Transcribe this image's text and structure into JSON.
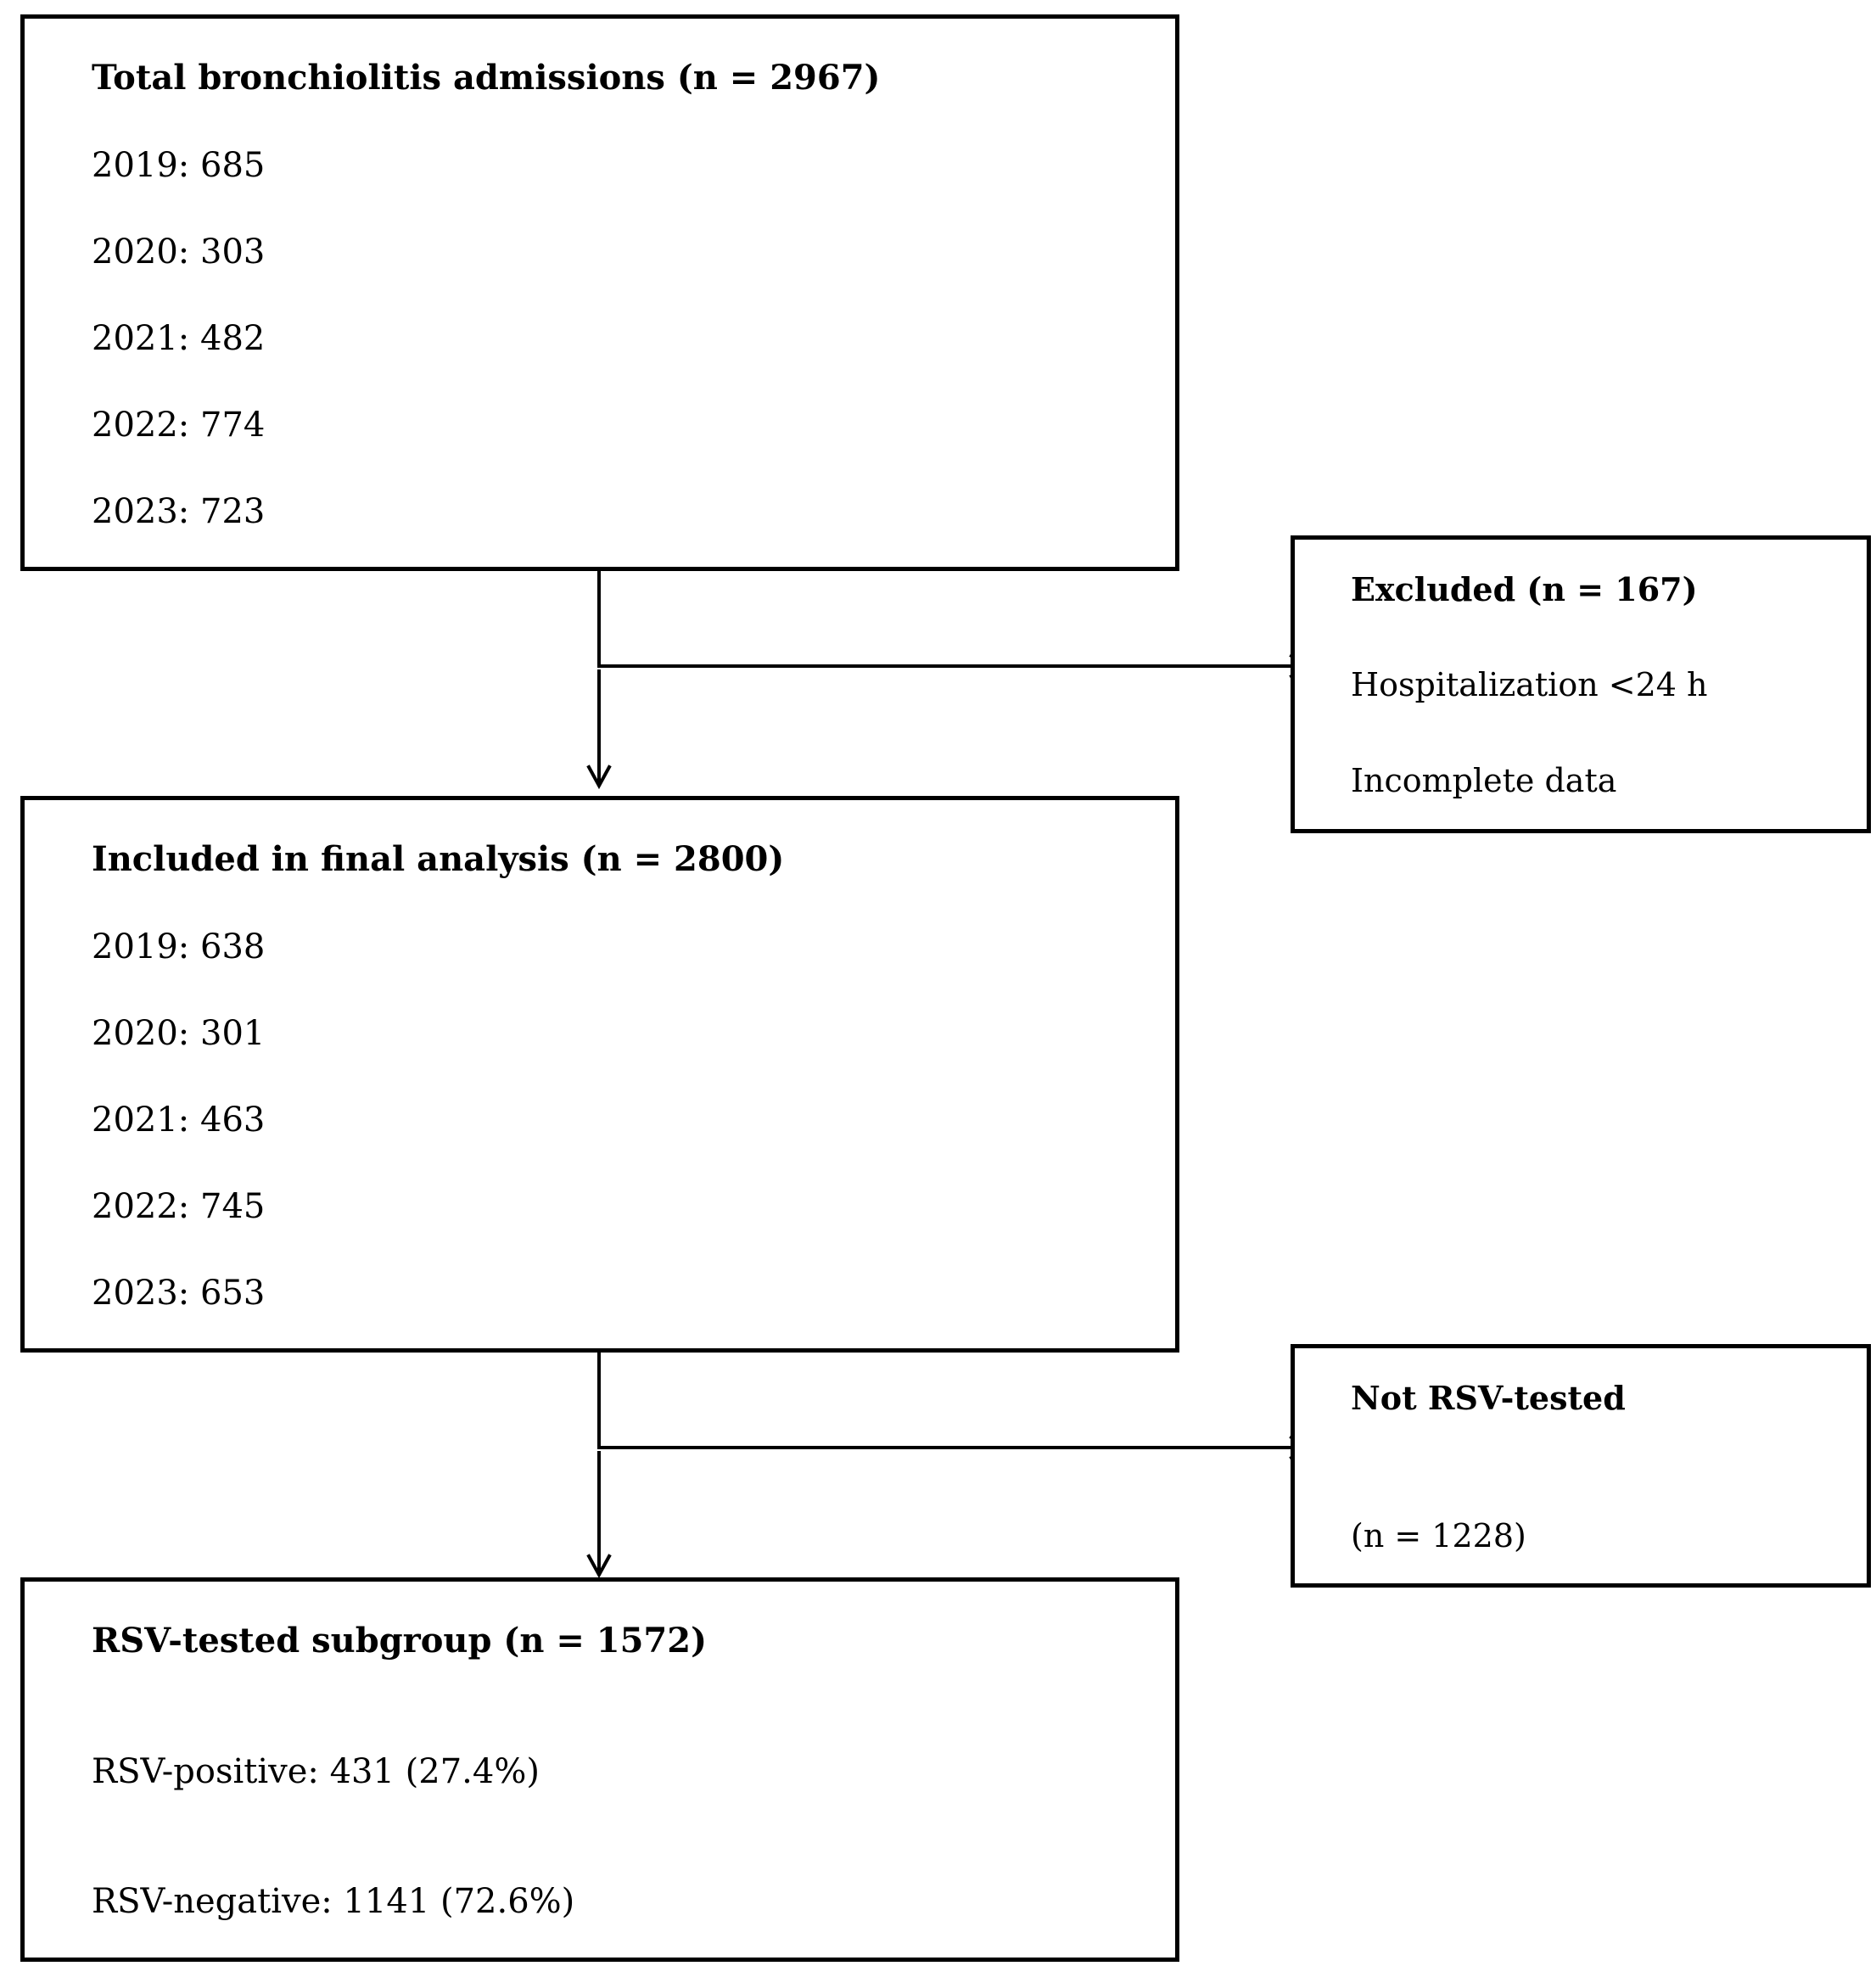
{
  "main_boxes": {
    "total": {
      "title": "Total bronchiolitis admissions (n = 2967)",
      "lines": [
        "2019: 685",
        "2020: 303",
        "2021: 482",
        "2022: 774",
        "2023: 723"
      ]
    },
    "included": {
      "title": "Included in final analysis (n = 2800)",
      "lines": [
        "2019: 638",
        "2020: 301",
        "2021: 463",
        "2022: 745",
        "2023: 653"
      ]
    },
    "rsv_tested": {
      "title": "RSV-tested subgroup (n = 1572)",
      "lines": [
        "RSV-positive: 431 (27.4%)",
        "RSV-negative: 1141 (72.6%)"
      ]
    }
  },
  "side_boxes": {
    "excluded": {
      "title": "Excluded (n = 167)",
      "lines": [
        "Hospitalization <24 h",
        "Incomplete data"
      ]
    },
    "not_tested": {
      "title": "Not RSV-tested",
      "lines": [
        "(n = 1228)"
      ]
    }
  },
  "colors": {
    "border": "#000000",
    "background": "#ffffff"
  }
}
